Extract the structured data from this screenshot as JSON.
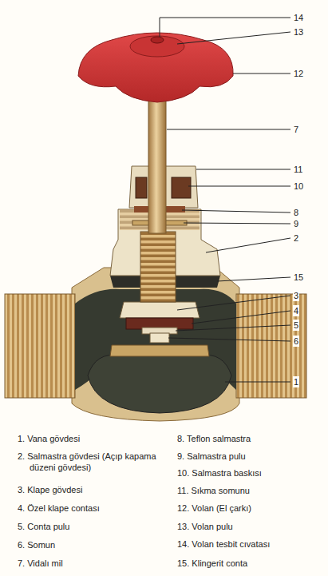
{
  "diagram": {
    "labels": [
      "14",
      "13",
      "12",
      "7",
      "11",
      "10",
      "8",
      "9",
      "2",
      "15",
      "3",
      "4",
      "5",
      "6",
      "1",
      "1. Vana gövdesi",
      "2. Salmastra gövdesi (Açıp kapama düzeni gövdesi)",
      "3. Klape gövdesi",
      "4. Özel klape contası",
      "5. Conta pulu",
      "6. Somun",
      "7. Vidalı mil",
      "8. Teflon salmastra",
      "9. Salmastra pulu",
      "10. Salmastra baskısı",
      "11. Sıkma somunu",
      "12. Volan (El çarkı)",
      "13. Volan pulu",
      "14. Volan tesbit cıvatası",
      "15. Klingerit conta"
    ]
  }
}
